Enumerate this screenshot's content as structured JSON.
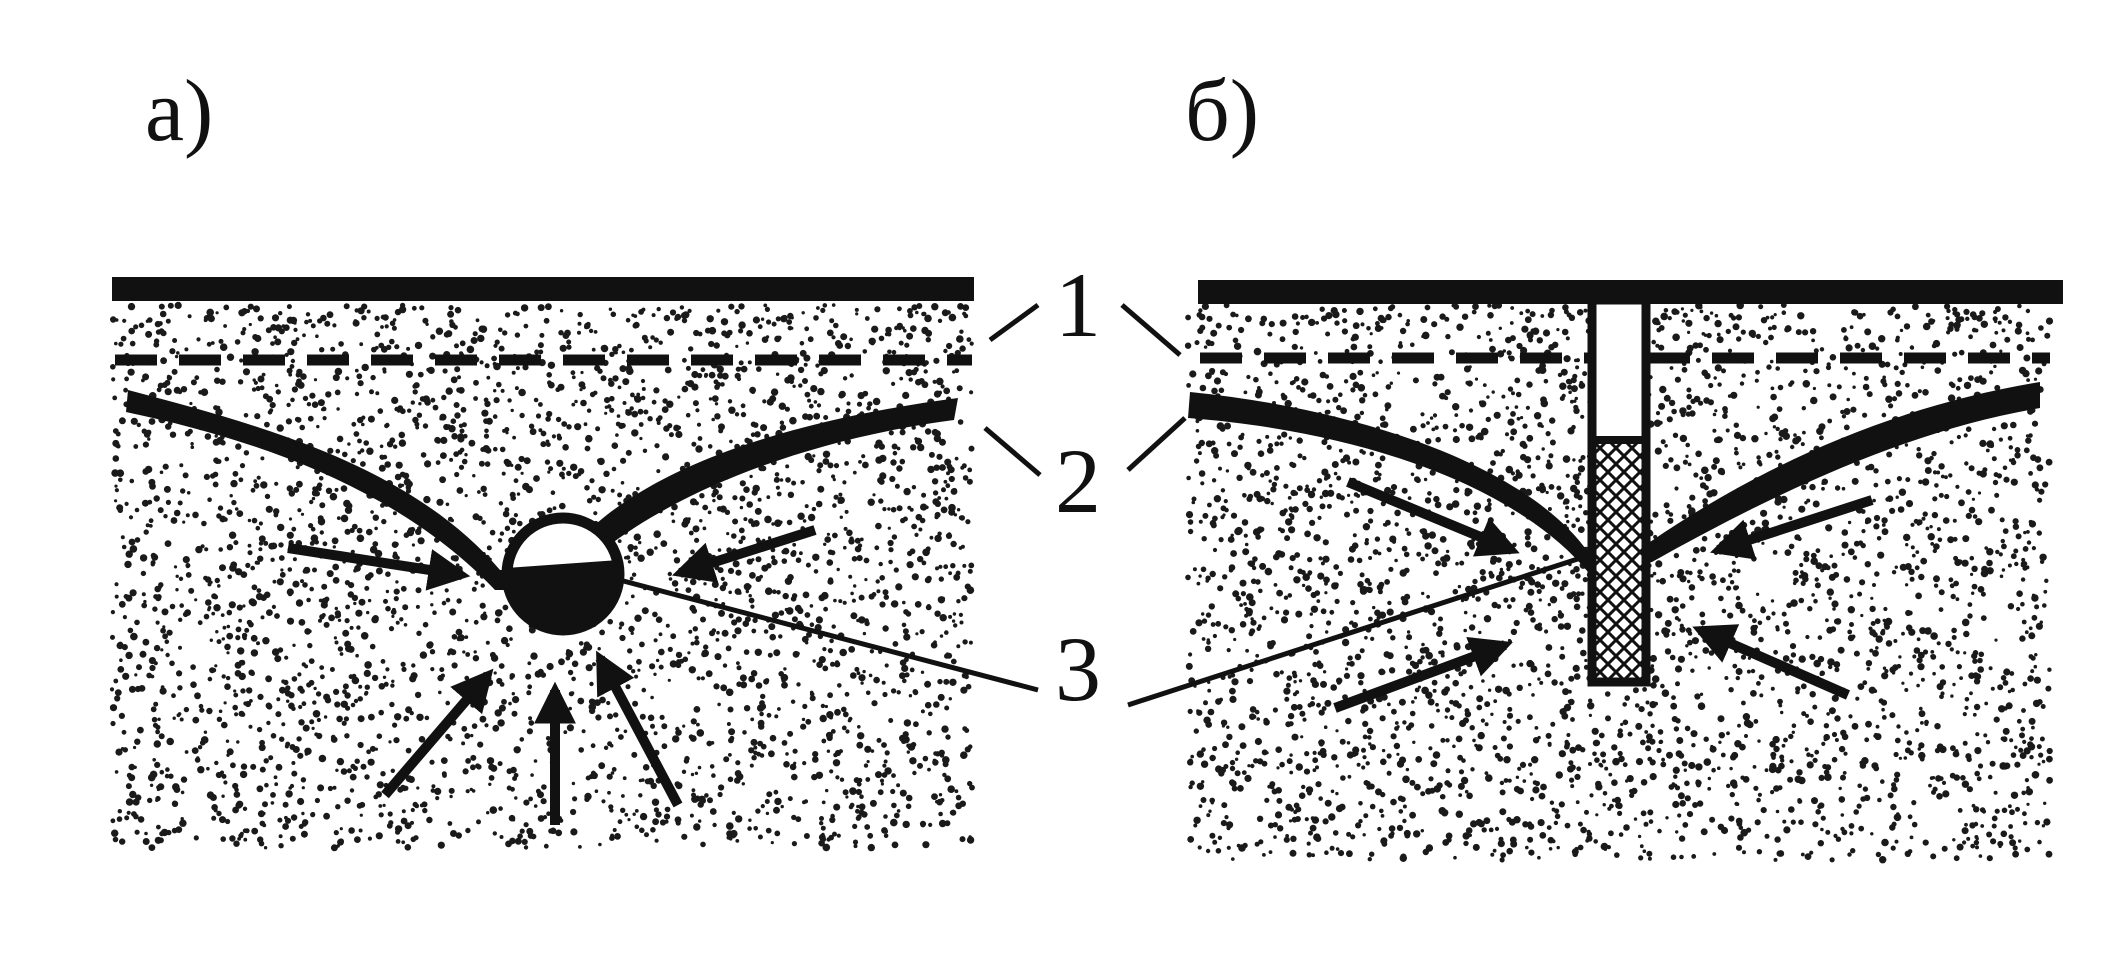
{
  "panels": [
    {
      "id": "a",
      "label": "а)",
      "variant": "drain-pipe"
    },
    {
      "id": "b",
      "label": "б)",
      "variant": "well-filter"
    }
  ],
  "callouts": [
    "1",
    "2",
    "3"
  ],
  "colors": {
    "ink": "#111111",
    "sand": "#1a1a1a",
    "background": "#ffffff"
  }
}
